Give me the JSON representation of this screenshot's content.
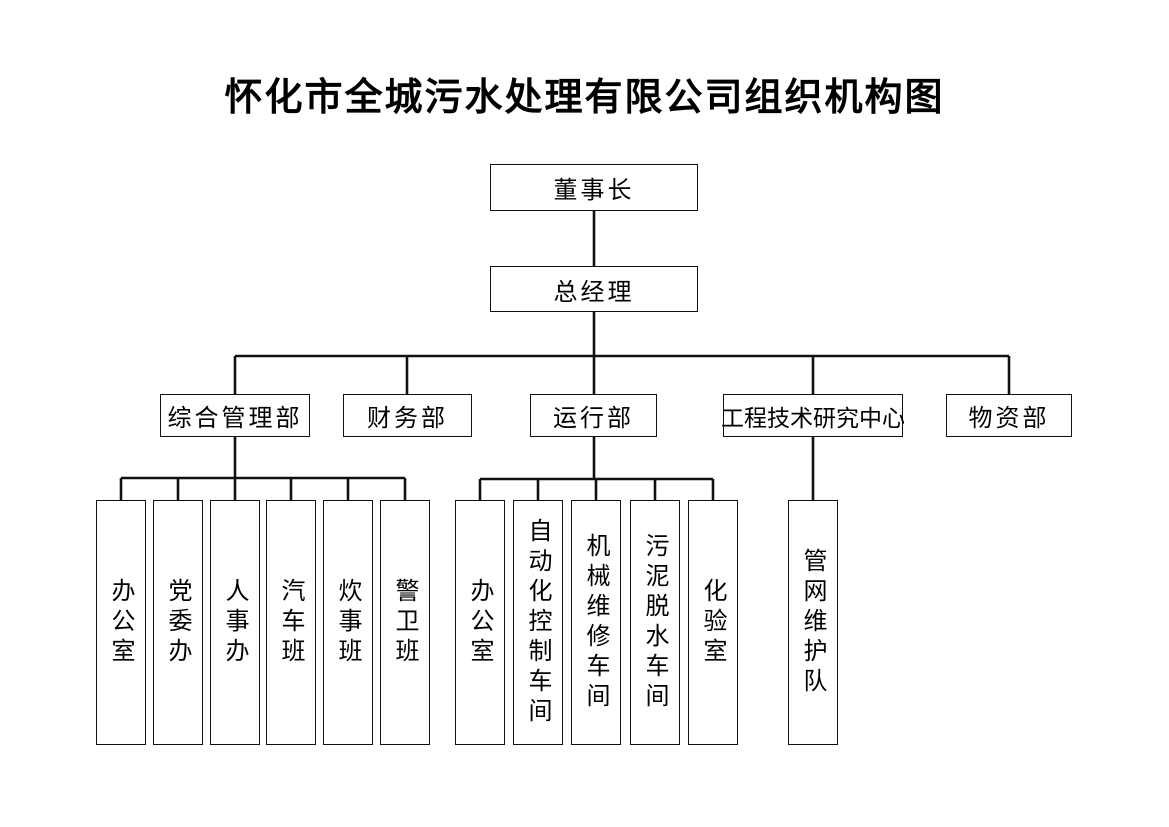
{
  "title": "怀化市全城污水处理有限公司组织机构图",
  "org_chart": {
    "type": "diagram",
    "orientation": "top-down",
    "levels": 4,
    "root": {
      "label": "董事长",
      "level": 1
    },
    "level2": {
      "label": "总经理",
      "level": 2
    },
    "departments": [
      {
        "label": "综合管理部"
      },
      {
        "label": "财务部"
      },
      {
        "label": "运行部"
      },
      {
        "label": "工程技术研究中心"
      },
      {
        "label": "物资部"
      }
    ],
    "admin_units": [
      {
        "label": "办公室"
      },
      {
        "label": "党委办"
      },
      {
        "label": "人事办"
      },
      {
        "label": "汽车班"
      },
      {
        "label": "炊事班"
      },
      {
        "label": "警卫班"
      }
    ],
    "operations_units": [
      {
        "label": "办公室"
      },
      {
        "label": "自动化控制车间"
      },
      {
        "label": "机械维修车间"
      },
      {
        "label": "污泥脱水车间"
      },
      {
        "label": "化验室"
      }
    ],
    "engineering_units": [
      {
        "label": "管网维护队"
      }
    ],
    "finance_units": [],
    "materials_units": [],
    "colors": {
      "line": "#111111",
      "box_border": "#111111",
      "box_fill": "#ffffff",
      "text": "#000000",
      "background": "#ffffff"
    }
  }
}
